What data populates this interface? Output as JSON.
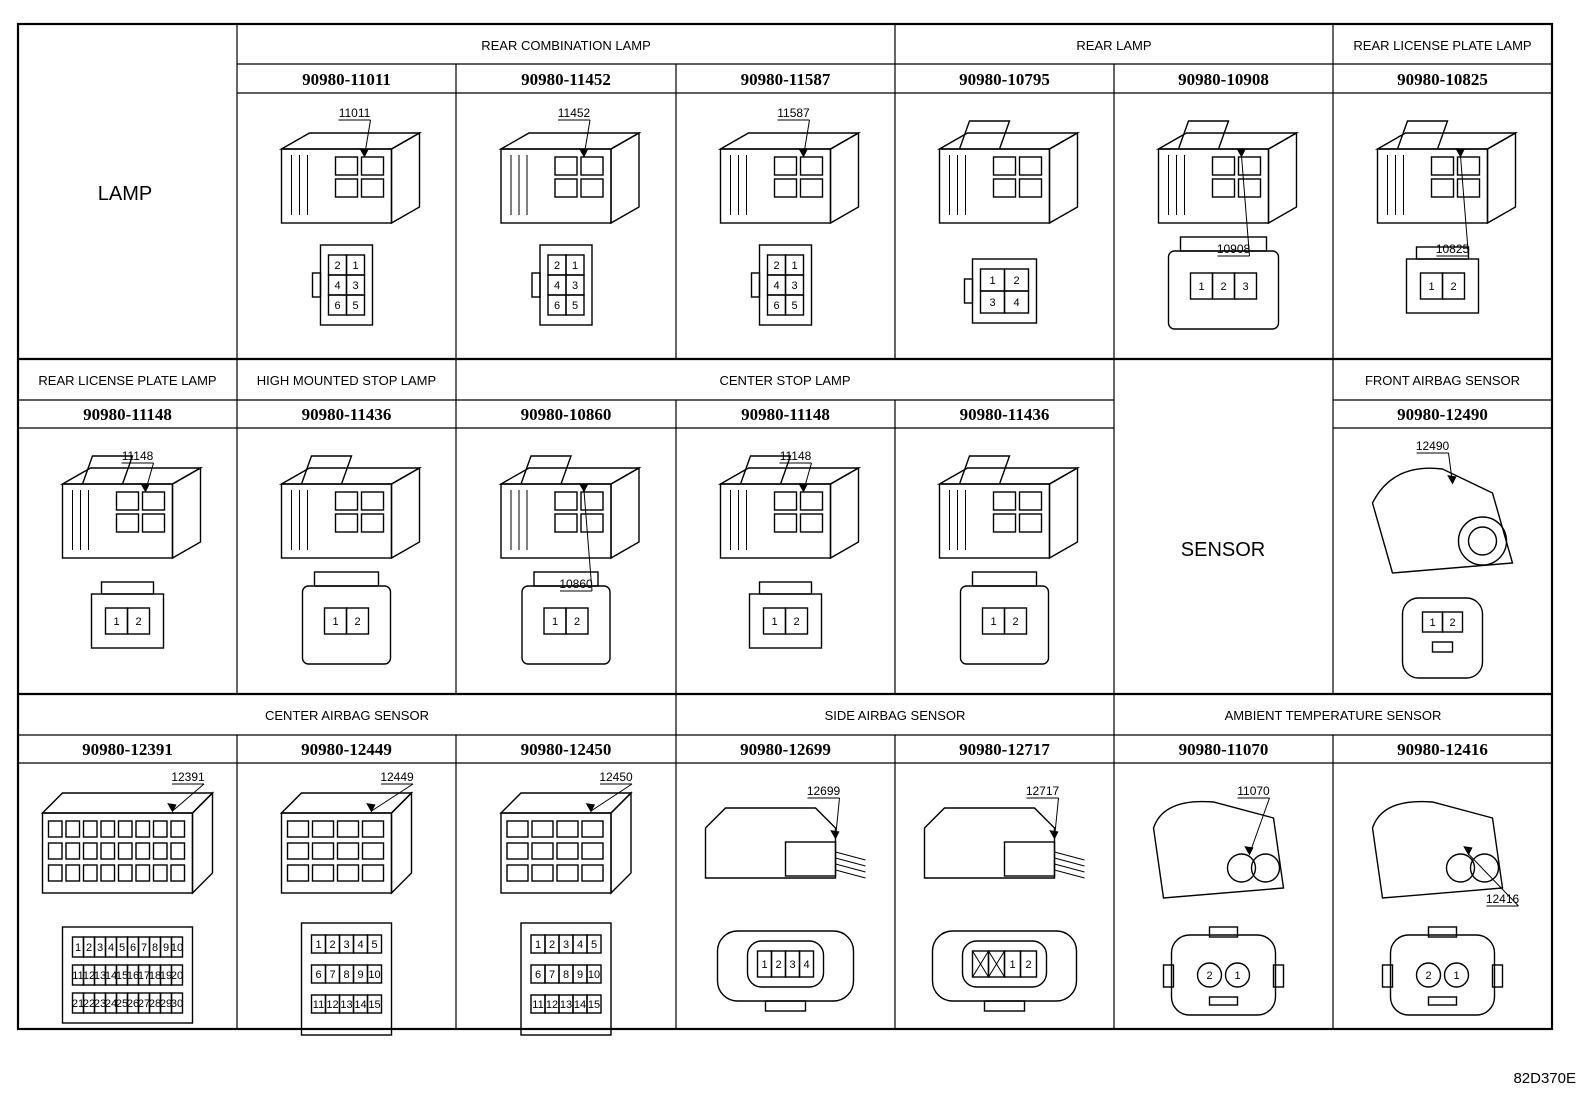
{
  "categories": {
    "lamp": "LAMP",
    "sensor": "SENSOR"
  },
  "groups": {
    "rear_combination_lamp": "REAR COMBINATION LAMP",
    "rear_lamp": "REAR LAMP",
    "rear_license_plate_lamp": "REAR LICENSE PLATE LAMP",
    "high_mounted_stop_lamp": "HIGH MOUNTED STOP LAMP",
    "center_stop_lamp": "CENTER STOP LAMP",
    "front_airbag_sensor": "FRONT AIRBAG SENSOR",
    "center_airbag_sensor": "CENTER AIRBAG SENSOR",
    "side_airbag_sensor": "SIDE AIRBAG SENSOR",
    "ambient_temperature_sensor": "AMBIENT TEMPERATURE SENSOR"
  },
  "connectors": [
    {
      "part": "90980-11011",
      "label": "11011",
      "pins": [
        "2",
        "1",
        "4",
        "3",
        "6",
        "5"
      ]
    },
    {
      "part": "90980-11452",
      "label": "11452",
      "pins": [
        "2",
        "1",
        "4",
        "3",
        "6",
        "5"
      ]
    },
    {
      "part": "90980-11587",
      "label": "11587",
      "pins": [
        "2",
        "1",
        "4",
        "3",
        "6",
        "5"
      ]
    },
    {
      "part": "90980-10795",
      "label": "",
      "pins": [
        "1",
        "2",
        "3",
        "4"
      ]
    },
    {
      "part": "90980-10908",
      "label": "10908",
      "pins": [
        "1",
        "2",
        "3"
      ]
    },
    {
      "part": "90980-10825",
      "label": "10825",
      "pins": [
        "1",
        "2"
      ]
    },
    {
      "part": "90980-11148",
      "label": "11148",
      "pins": [
        "1",
        "2"
      ]
    },
    {
      "part": "90980-11436",
      "label": "",
      "pins": [
        "1",
        "2"
      ]
    },
    {
      "part": "90980-10860",
      "label": "10860",
      "pins": [
        "1",
        "2"
      ]
    },
    {
      "part": "90980-11148",
      "label": "11148",
      "pins": [
        "1",
        "2"
      ]
    },
    {
      "part": "90980-11436",
      "label": "",
      "pins": [
        "1",
        "2"
      ]
    },
    {
      "part": "90980-12490",
      "label": "12490",
      "pins": [
        "1",
        "2"
      ]
    },
    {
      "part": "90980-12391",
      "label": "12391",
      "pins": [
        "1",
        "2",
        "3",
        "4",
        "5",
        "6",
        "7",
        "8",
        "9",
        "10",
        "11",
        "12",
        "13",
        "14",
        "15",
        "16",
        "17",
        "18",
        "19",
        "20",
        "21",
        "22",
        "23",
        "24",
        "25",
        "26",
        "27",
        "28",
        "29",
        "30"
      ]
    },
    {
      "part": "90980-12449",
      "label": "12449",
      "pins": [
        "1",
        "2",
        "3",
        "4",
        "5",
        "6",
        "7",
        "8",
        "9",
        "10",
        "11",
        "12",
        "13",
        "14",
        "15"
      ]
    },
    {
      "part": "90980-12450",
      "label": "12450",
      "pins": [
        "1",
        "2",
        "3",
        "4",
        "5",
        "6",
        "7",
        "8",
        "9",
        "10",
        "11",
        "12",
        "13",
        "14",
        "15"
      ]
    },
    {
      "part": "90980-12699",
      "label": "12699",
      "pins": [
        "1",
        "2",
        "3",
        "4"
      ]
    },
    {
      "part": "90980-12717",
      "label": "12717",
      "pins": [
        "1",
        "2"
      ]
    },
    {
      "part": "90980-11070",
      "label": "11070",
      "pins": [
        "2",
        "1"
      ]
    },
    {
      "part": "90980-12416",
      "label": "12416",
      "pins": [
        "2",
        "1"
      ]
    }
  ],
  "figure_id": "82D370E"
}
